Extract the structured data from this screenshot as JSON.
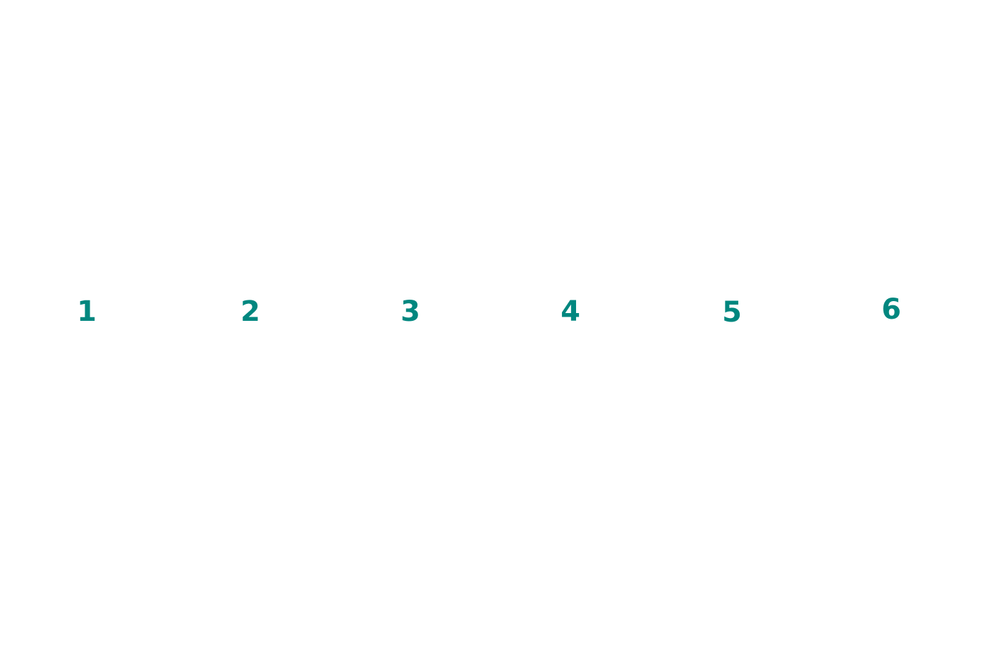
{
  "theme": {
    "background": "#ffffff",
    "number_color": "#00877f"
  },
  "numbers": [
    "1",
    "2",
    "3",
    "4",
    "5",
    "6"
  ]
}
